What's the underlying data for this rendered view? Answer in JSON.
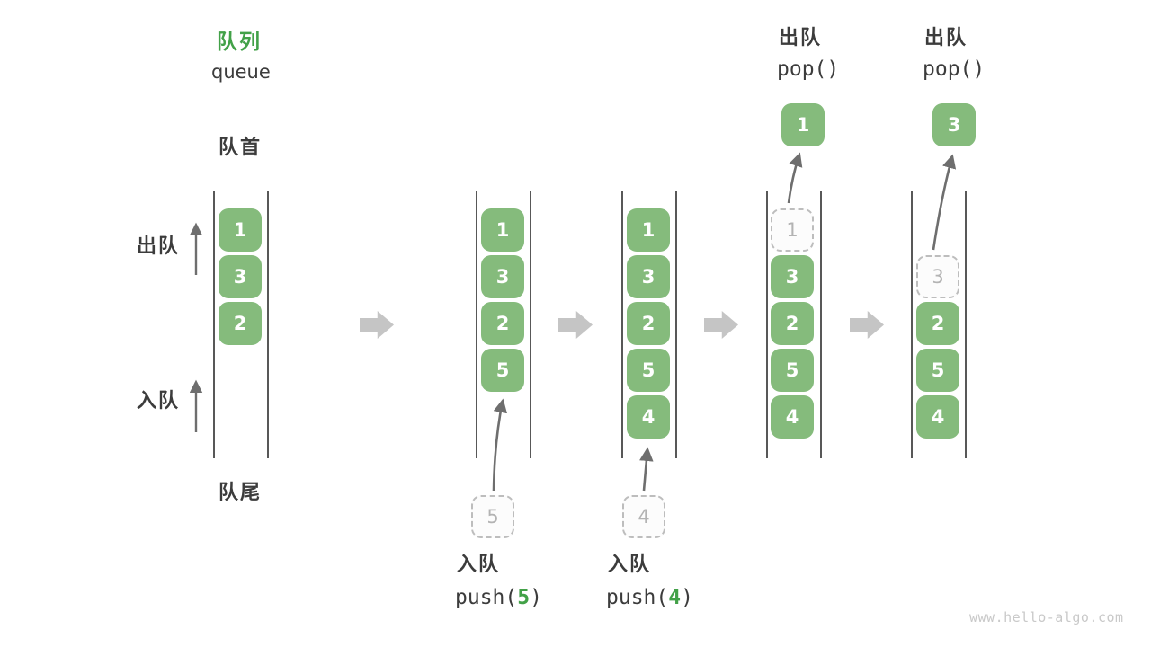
{
  "title": {
    "zh": "队列",
    "en": "queue"
  },
  "side_labels": {
    "front": "队首",
    "rear": "队尾",
    "dequeue": "出队",
    "enqueue": "入队"
  },
  "queues": [
    {
      "cells": [
        {
          "value": "1",
          "state": "solid",
          "slot": 0
        },
        {
          "value": "3",
          "state": "solid",
          "slot": 1
        },
        {
          "value": "2",
          "state": "solid",
          "slot": 2
        }
      ]
    },
    {
      "cells": [
        {
          "value": "1",
          "state": "solid",
          "slot": 0
        },
        {
          "value": "3",
          "state": "solid",
          "slot": 1
        },
        {
          "value": "2",
          "state": "solid",
          "slot": 2
        },
        {
          "value": "5",
          "state": "solid",
          "slot": 3
        }
      ],
      "pending": {
        "value": "5"
      }
    },
    {
      "cells": [
        {
          "value": "1",
          "state": "solid",
          "slot": 0
        },
        {
          "value": "3",
          "state": "solid",
          "slot": 1
        },
        {
          "value": "2",
          "state": "solid",
          "slot": 2
        },
        {
          "value": "5",
          "state": "solid",
          "slot": 3
        },
        {
          "value": "4",
          "state": "solid",
          "slot": 4
        }
      ],
      "pending": {
        "value": "4"
      }
    },
    {
      "cells": [
        {
          "value": "1",
          "state": "dashed",
          "slot": 0
        },
        {
          "value": "3",
          "state": "solid",
          "slot": 1
        },
        {
          "value": "2",
          "state": "solid",
          "slot": 2
        },
        {
          "value": "5",
          "state": "solid",
          "slot": 3
        },
        {
          "value": "4",
          "state": "solid",
          "slot": 4
        }
      ],
      "popped": {
        "value": "1"
      }
    },
    {
      "cells": [
        {
          "value": "3",
          "state": "dashed",
          "slot": 1
        },
        {
          "value": "2",
          "state": "solid",
          "slot": 2
        },
        {
          "value": "5",
          "state": "solid",
          "slot": 3
        },
        {
          "value": "4",
          "state": "solid",
          "slot": 4
        }
      ],
      "popped": {
        "value": "3"
      }
    }
  ],
  "operations": {
    "enqueue5": {
      "label": "入队",
      "fn": "push(",
      "arg": "5",
      "close": ")"
    },
    "enqueue4": {
      "label": "入队",
      "fn": "push(",
      "arg": "4",
      "close": ")"
    },
    "pop_first": {
      "label": "出队",
      "fn": "pop()"
    },
    "pop_second": {
      "label": "出队",
      "fn": "pop()"
    }
  },
  "watermark": "www.hello-algo.com",
  "colors": {
    "green_fill": "#85BB7C",
    "green_accent": "#42A148",
    "text_dark": "#3C3C3C",
    "line_color": "#585858",
    "arrow_thin": "#6E6E6E",
    "arrow_block": "#C5C5C5",
    "dashed_border": "#BDBDBD",
    "dashed_text": "#B3B3B3",
    "cell_text": "#FFFFFF",
    "watermark": "#C9C9C9"
  }
}
